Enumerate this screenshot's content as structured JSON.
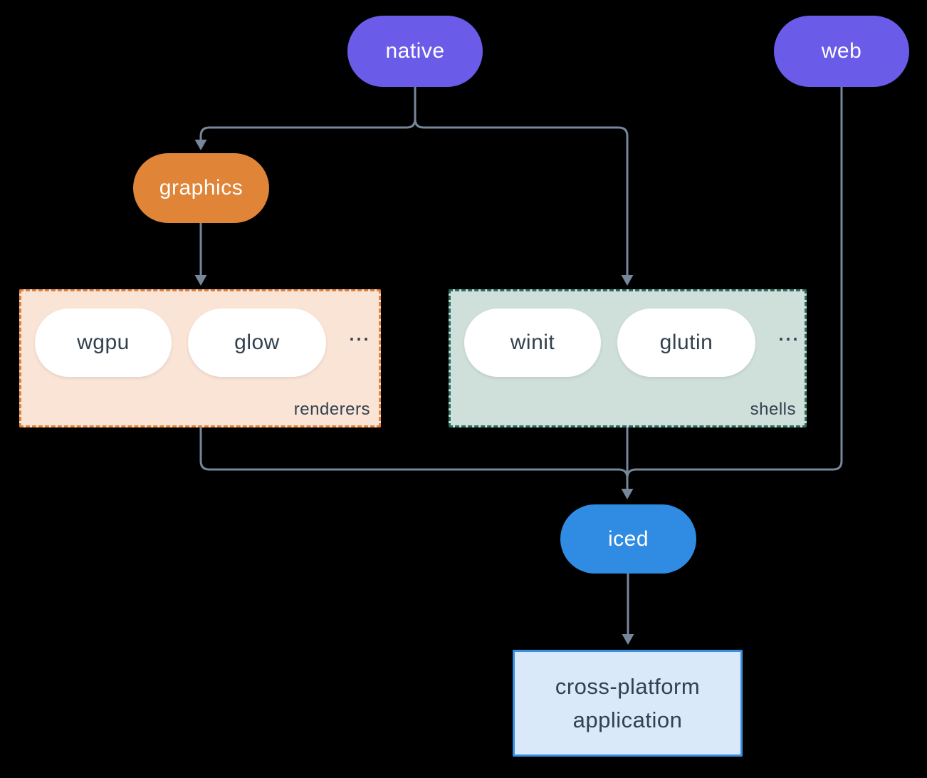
{
  "nodes": {
    "native": {
      "label": "native"
    },
    "web": {
      "label": "web"
    },
    "graphics": {
      "label": "graphics"
    },
    "iced": {
      "label": "iced"
    },
    "application": {
      "line1": "cross-platform",
      "line2": "application"
    }
  },
  "groups": {
    "renderers": {
      "label": "renderers",
      "items": [
        "wgpu",
        "glow"
      ],
      "ellipsis": "..."
    },
    "shells": {
      "label": "shells",
      "items": [
        "winit",
        "glutin"
      ],
      "ellipsis": "..."
    }
  },
  "colors": {
    "background": "#000000",
    "connector": "#76879b",
    "native_web_pill": "#6a5ce8",
    "graphics_pill": "#e08438",
    "iced_pill": "#2f8ce2",
    "renderers_fill": "#fae4d6",
    "renderers_border": "#e0823a",
    "shells_fill": "#cfdfd9",
    "shells_border": "#2a6e62",
    "application_fill": "#d9e9f9",
    "application_border": "#3a8ee2",
    "dark_text": "#31414f"
  }
}
